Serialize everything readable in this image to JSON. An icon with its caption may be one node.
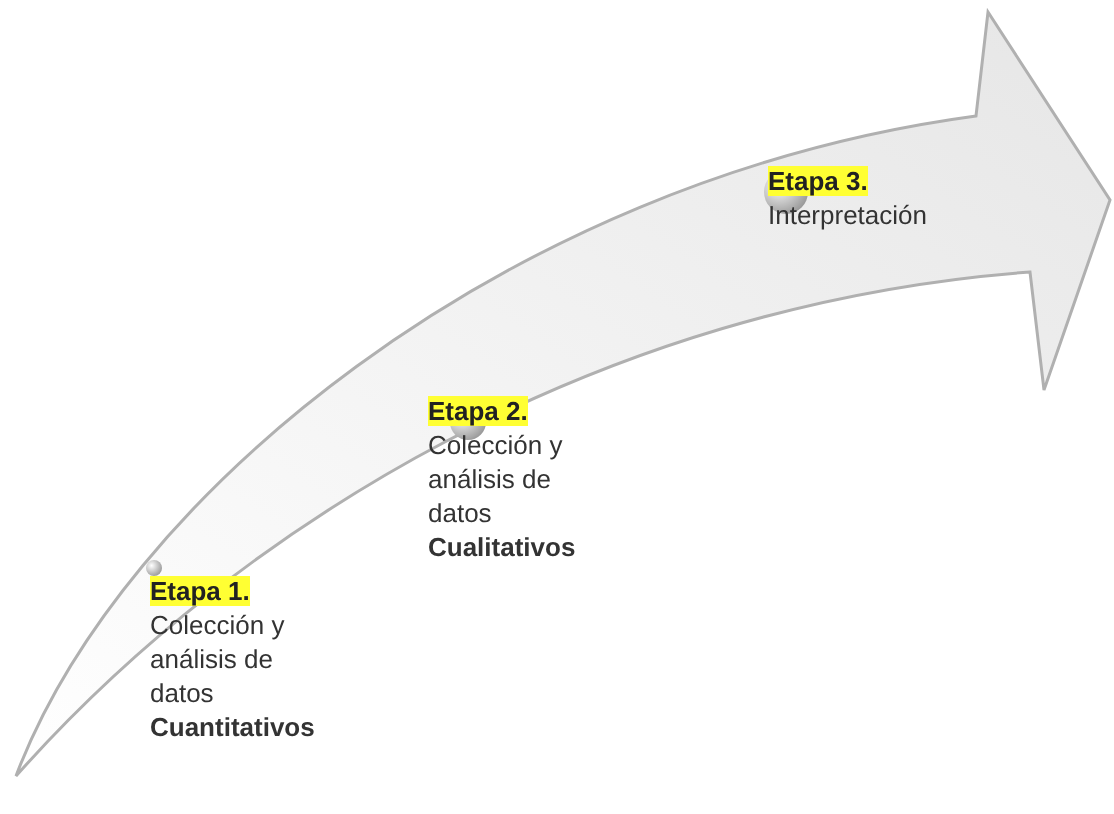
{
  "diagram": {
    "nodes": [
      {
        "text": [
          "Etapa 1.",
          "Colección y análisis de datos **Cuantitativos**"
        ]
      },
      {
        "text": [
          "Etapa 2.",
          "Colección y análisis de datos **Cualitativos**"
        ]
      },
      {
        "text": [
          "Etapa 3.",
          "Interpretación"
        ]
      }
    ]
  }
}
